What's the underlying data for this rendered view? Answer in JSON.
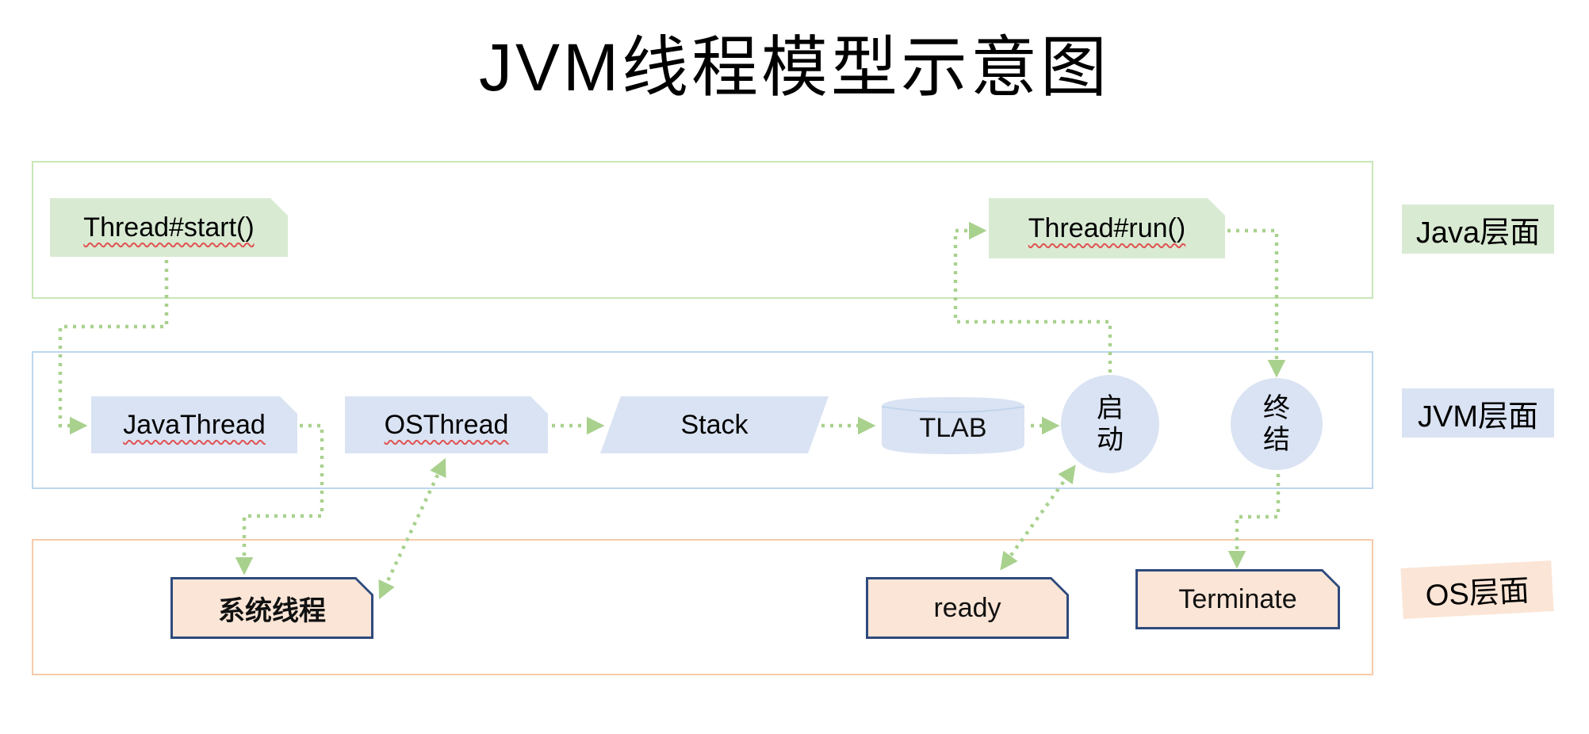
{
  "title": "JVM线程模型示意图",
  "layer_labels": {
    "java": "Java层面",
    "jvm": "JVM层面",
    "os": "OS层面"
  },
  "nodes": {
    "thread_start": "Thread#start()",
    "thread_run": "Thread#run()",
    "java_thread": "JavaThread",
    "os_thread": "OSThread",
    "stack": "Stack",
    "tlab": "TLAB",
    "start_state": "启动",
    "end_state": "终结",
    "system_thread": "系统线程",
    "ready": "ready",
    "terminate": "Terminate"
  },
  "colors": {
    "java_fill": "#d9ead3",
    "jvm_fill": "#dae3f3",
    "os_fill": "#fbe5d6",
    "arrow_green": "#a9d18e",
    "os_box_border": "#2e4a7d",
    "java_band_border": "#c8e6b8",
    "jvm_band_border": "#bdd7ee",
    "os_band_border": "#f7caa9"
  }
}
